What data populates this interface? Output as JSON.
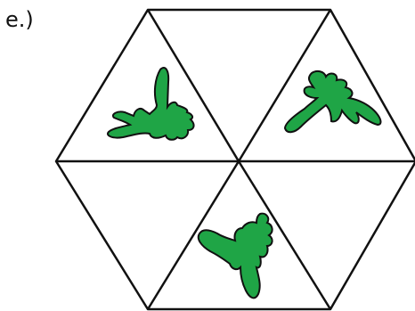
{
  "label": "e.)",
  "colors": {
    "outline": "#111111",
    "shape_fill": "#1fa546",
    "background": "#ffffff"
  },
  "figure": {
    "shape": "hexagon",
    "sections": 6,
    "filled_sections": [
      "upper-left",
      "upper-right",
      "bottom"
    ],
    "empty_sections": [
      "top",
      "lower-left",
      "lower-right"
    ]
  }
}
